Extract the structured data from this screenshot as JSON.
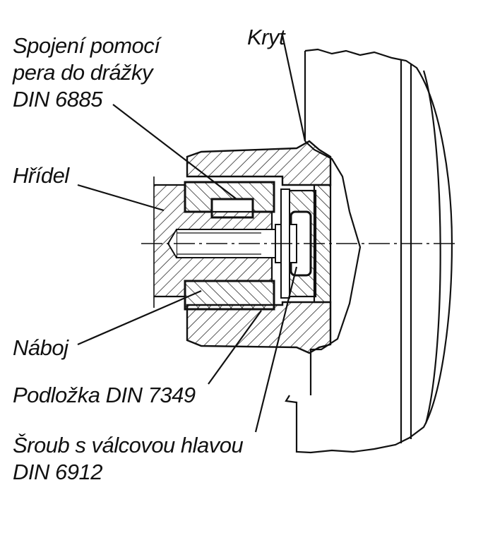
{
  "labels": {
    "key_connection": [
      "Spojení pomocí",
      "pera do drážky",
      "DIN 6885"
    ],
    "cover": "Kryt",
    "shaft": "Hřídel",
    "hub": "Náboj",
    "washer": "Podložka DIN 7349",
    "screw": [
      "Šroub s válcovou hlavou",
      "DIN 6912"
    ]
  },
  "colors": {
    "line": "#111111",
    "background": "#ffffff"
  }
}
